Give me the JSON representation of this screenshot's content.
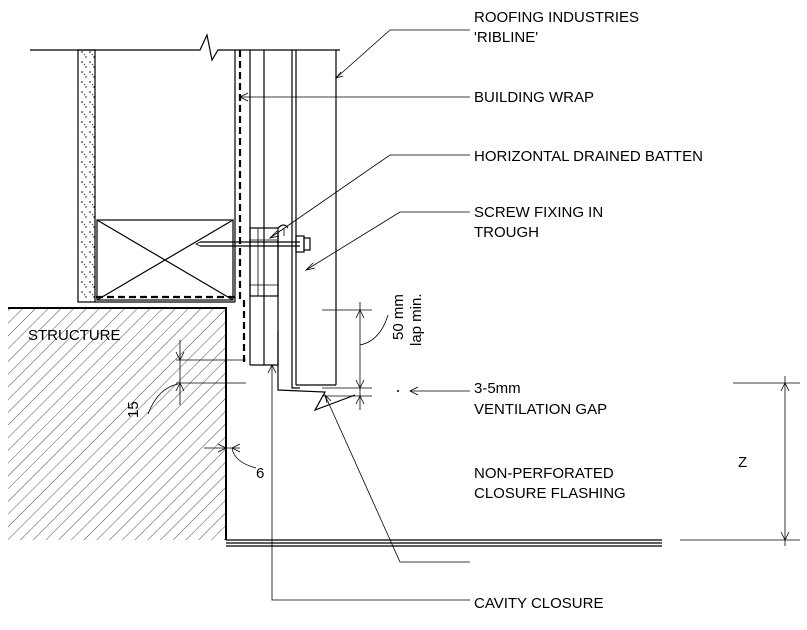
{
  "labels": {
    "roofing_line1": "ROOFING INDUSTRIES",
    "roofing_line2": "'RIBLINE'",
    "building_wrap": "BUILDING WRAP",
    "batten": "HORIZONTAL DRAINED BATTEN",
    "screw_line1": "SCREW FIXING IN",
    "screw_line2": "TROUGH",
    "structure": "STRUCTURE",
    "gap_line1": "3-5mm",
    "gap_line2": "VENTILATION GAP",
    "flashing_line1": "NON-PERFORATED",
    "flashing_line2": "CLOSURE FLASHING",
    "cavity_closure": "CAVITY CLOSURE"
  },
  "dimensions": {
    "lap_line1": "50 mm",
    "lap_line2": "lap min.",
    "dim_15": "15",
    "dim_6": "6",
    "dim_z": "Z"
  }
}
